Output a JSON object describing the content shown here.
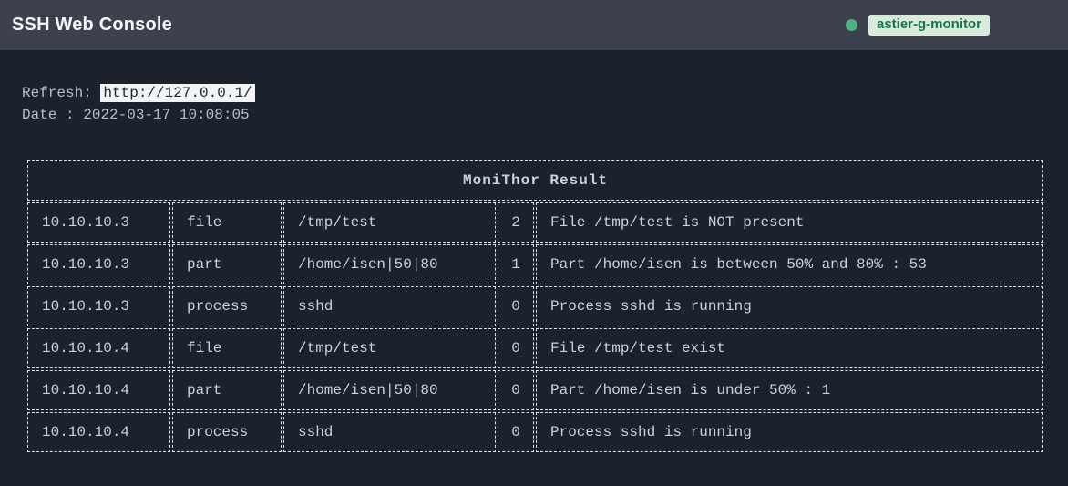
{
  "header": {
    "title": "SSH Web Console",
    "badge_label": "astier-g-monitor"
  },
  "info": {
    "refresh_label": "Refresh: ",
    "refresh_url": "http://127.0.0.1/",
    "date_label": "Date : ",
    "date_value": "2022-03-17 10:08:05"
  },
  "table": {
    "title": "MoniThor Result",
    "rows": [
      {
        "ip": "10.10.10.3",
        "check": "file",
        "target": "/tmp/test",
        "code": "2",
        "message": "File /tmp/test is NOT present"
      },
      {
        "ip": "10.10.10.3",
        "check": "part",
        "target": "/home/isen|50|80",
        "code": "1",
        "message": "Part /home/isen is between 50% and 80% : 53"
      },
      {
        "ip": "10.10.10.3",
        "check": "process",
        "target": "sshd",
        "code": "0",
        "message": "Process sshd is running"
      },
      {
        "ip": "10.10.10.4",
        "check": "file",
        "target": "/tmp/test",
        "code": "0",
        "message": "File /tmp/test exist"
      },
      {
        "ip": "10.10.10.4",
        "check": "part",
        "target": "/home/isen|50|80",
        "code": "0",
        "message": "Part /home/isen is under 50% : 1"
      },
      {
        "ip": "10.10.10.4",
        "check": "process",
        "target": "sshd",
        "code": "0",
        "message": "Process sshd is running"
      }
    ]
  },
  "colors": {
    "topbar_bg": "#3c414d",
    "page_bg": "#1b212d",
    "title_text": "#f2f4f6",
    "body_text": "#b9bfc9",
    "table_text": "#ccd2da",
    "table_border": "#dfe3e8",
    "link_bg": "#f2f3f4",
    "link_text": "#20252e",
    "status_dot": "#4cb382",
    "badge_bg": "#d9ecdc",
    "badge_text": "#14754c"
  }
}
